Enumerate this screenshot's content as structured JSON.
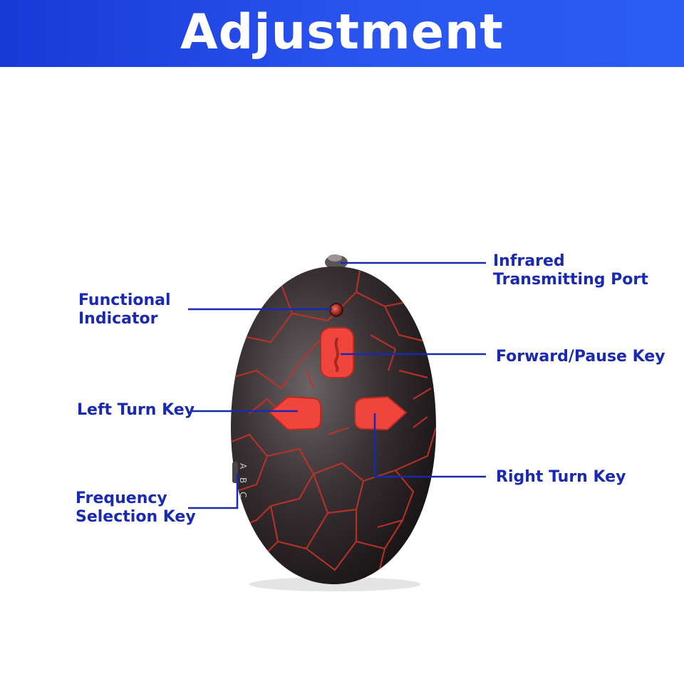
{
  "banner": {
    "title": "Adjustment",
    "color": "#2447e6"
  },
  "labels": {
    "infrared": {
      "line1": "Infrared",
      "line2": "Transmitting Port"
    },
    "functional": {
      "line1": "Functional",
      "line2": "Indicator"
    },
    "forward": {
      "line1": "Forward/Pause Key"
    },
    "left": {
      "line1": "Left Turn Key"
    },
    "right": {
      "line1": "Right Turn Key"
    },
    "frequency": {
      "line1": "Frequency",
      "line2": "Selection Key"
    }
  },
  "device": {
    "switch_marks": "A B C"
  },
  "colors": {
    "label": "#1a2ab0",
    "leader_line": "#1a2ab0",
    "egg_body": "#2e2628",
    "crack": "#c0322a",
    "key": "#f0453c"
  }
}
